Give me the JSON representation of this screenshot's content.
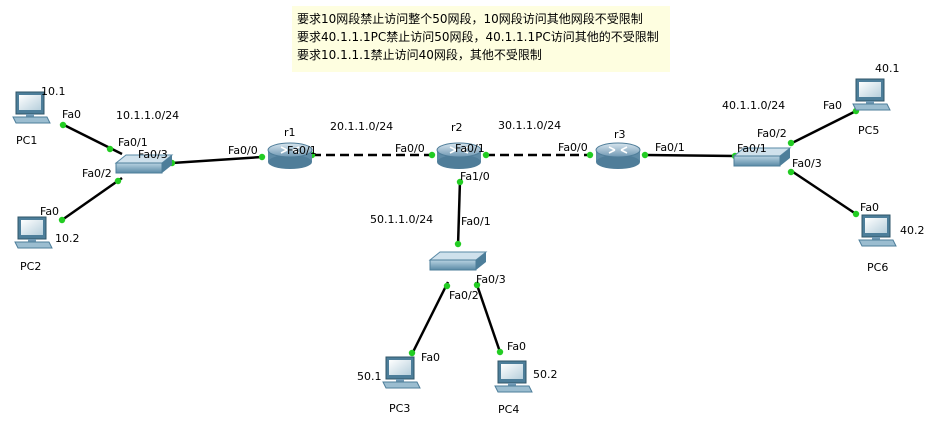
{
  "notes": [
    "要求10网段禁止访问整个50网段，10网段访问其他网段不受限制",
    "要求40.1.1.1PC禁止访问50网段，40.1.1.1PC访问其他的不受限制",
    "要求10.1.1.1禁止访问40网段，其他不受限制"
  ],
  "networks": {
    "net10": "10.1.1.0/24",
    "net20": "20.1.1.0/24",
    "net30": "30.1.1.0/24",
    "net40": "40.1.1.0/24",
    "net50": "50.1.1.0/24"
  },
  "devices": {
    "pc1": {
      "name": "PC1",
      "ip": "10.1"
    },
    "pc2": {
      "name": "PC2",
      "ip": "10.2"
    },
    "pc3": {
      "name": "PC3",
      "ip": "50.1"
    },
    "pc4": {
      "name": "PC4",
      "ip": "50.2"
    },
    "pc5": {
      "name": "PC5",
      "ip": "40.1"
    },
    "pc6": {
      "name": "PC6",
      "ip": "40.2"
    },
    "r1": {
      "name": "r1"
    },
    "r2": {
      "name": "r2"
    },
    "r3": {
      "name": "r3"
    }
  },
  "ports": {
    "pc1_fa0": "Fa0",
    "sw1_fa01": "Fa0/1",
    "sw1_fa02": "Fa0/2",
    "sw1_fa03": "Fa0/3",
    "pc2_fa0": "Fa0",
    "r1_fa00": "Fa0/0",
    "r1_fa01": "Fa0/1",
    "r2_fa00": "Fa0/0",
    "r2_fa01": "Fa0/1",
    "r2_fa10": "Fa1/0",
    "r3_fa00": "Fa0/0",
    "r3_fa01": "Fa0/1",
    "sw3_fa01": "Fa0/1",
    "sw3_fa02": "Fa0/2",
    "sw3_fa03": "Fa0/3",
    "pc5_fa0": "Fa0",
    "pc6_fa0": "Fa0",
    "sw2_fa01": "Fa0/1",
    "sw2_fa02": "Fa0/2",
    "sw2_fa03": "Fa0/3",
    "pc3_fa0": "Fa0",
    "pc4_fa0": "Fa0"
  },
  "colors": {
    "link": "#000000",
    "port_up": "#22cc22",
    "note_bg": "#fefee0",
    "device": "#5f9bb4"
  }
}
